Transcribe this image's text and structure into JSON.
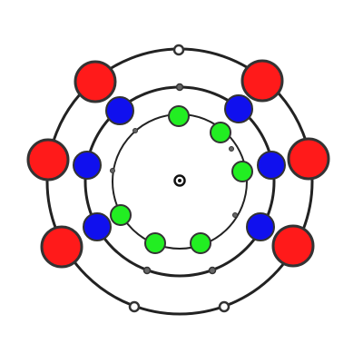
{
  "diagram": {
    "colors": {
      "outer_ball": "#ff1a1a",
      "middle_ball": "#1010ee",
      "inner_ball": "#22ee22",
      "orbit_stroke": "#222222",
      "ball_stroke": "#333333",
      "background": "#ffffff"
    },
    "nucleus": {
      "kind": "ringed-dot"
    },
    "orbits": [
      {
        "name": "inner-orbit",
        "ball_color_key": "inner_ball",
        "ball_count": 6,
        "empty_node_count": 4
      },
      {
        "name": "middle-orbit",
        "ball_color_key": "middle_ball",
        "ball_count": 6,
        "empty_node_count": 3
      },
      {
        "name": "outer-orbit",
        "ball_color_key": "outer_ball",
        "ball_count": 6,
        "empty_node_count": 3
      }
    ]
  }
}
